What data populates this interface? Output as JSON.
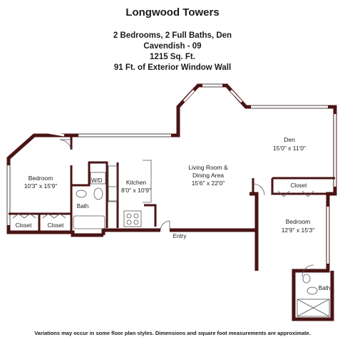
{
  "header": {
    "title": "Longwood Towers",
    "line1": "2 Bedrooms, 2 Full Baths, Den",
    "line2": "Cavendish - 09",
    "line3": "1215 Sq. Ft.",
    "line4": "91 Ft. of Exterior Window Wall"
  },
  "rooms": {
    "bedroom_left": {
      "name": "Bedroom",
      "size": "10'3\" x 15'9\""
    },
    "wd": "W/D",
    "kitchen": {
      "name": "Kitchen",
      "size": "8'0\" x 10'9\""
    },
    "living": {
      "name1": "Living Room &",
      "name2": "Dining Area",
      "size": "15'6\" x 22'0\""
    },
    "den": {
      "name": "Den",
      "size": "15'0\" x 11'0\""
    },
    "closet_right": "Closet",
    "bedroom_right": {
      "name": "Bedroom",
      "size": "12'9\" x 15'3\""
    },
    "bath_left": "Bath",
    "bath_right": "Bath",
    "closet_left_a": "Closet",
    "closet_left_b": "Closet",
    "entry": "Entry"
  },
  "footer": "Variations may occur in some floor plan styles. Dimensions and square foot measurements are approximate.",
  "colors": {
    "wall": "#4a1414",
    "text": "#1a1a1a"
  }
}
